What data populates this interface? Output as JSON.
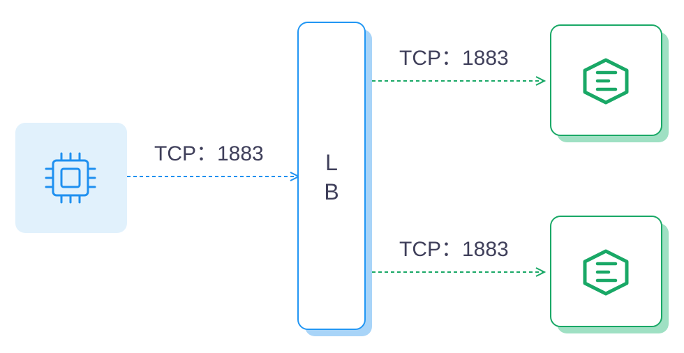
{
  "edges": {
    "client_to_lb": "TCP：1883",
    "lb_to_top_node": "TCP：1883",
    "lb_to_bottom_node": "TCP：1883"
  },
  "load_balancer": {
    "letter_1": "L",
    "letter_2": "B"
  },
  "icons": {
    "client": "cpu-chip-icon",
    "broker_top": "emqx-hexagon-icon",
    "broker_bottom": "emqx-hexagon-icon"
  },
  "colors": {
    "client_fill": "#e1f1fc",
    "client_accent": "#1e90f0",
    "lb_border": "#2196f3",
    "lb_shadow": "#a8d4f8",
    "broker_green": "#19a866",
    "broker_shadow": "#9fe0c3",
    "text": "#3f3f5a"
  }
}
